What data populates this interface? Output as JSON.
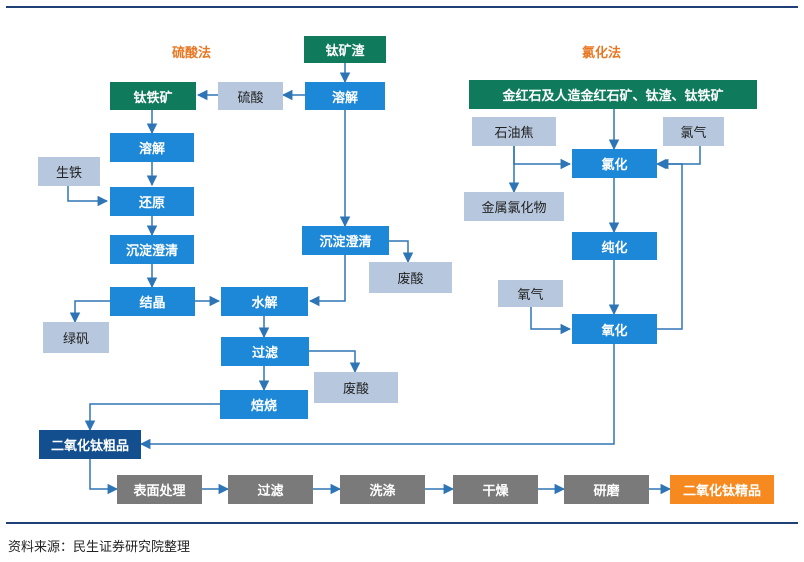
{
  "headings": {
    "sulfuric": "硫酸法",
    "chloride": "氯化法"
  },
  "nodes": {
    "ti_slag": "钛矿渣",
    "dissolve_right": "溶解",
    "sulfuric_acid": "硫酸",
    "ilmenite": "钛铁矿",
    "dissolve_left": "溶解",
    "pig_iron": "生铁",
    "reduction": "还原",
    "settle_clarify_left": "沉淀澄清",
    "settle_clarify_right": "沉淀澄清",
    "waste_acid_1": "废酸",
    "crystallize": "结晶",
    "hydrolysis": "水解",
    "green_vitriol": "绿矾",
    "filter_1": "过滤",
    "waste_acid_2": "废酸",
    "calcine": "焙烧",
    "chloride_feed": "金红石及人造金红石矿、钛渣、钛铁矿",
    "petroleum_coke": "石油焦",
    "chlorine_gas_1": "氯气",
    "chlorination": "氯化",
    "metal_chlorides": "金属氯化物",
    "purification": "纯化",
    "oxygen": "氧气",
    "oxidation": "氧化",
    "crude_tio2": "二氧化钛粗品",
    "surface_treatment": "表面处理",
    "filter_2": "过滤",
    "washing": "洗涤",
    "drying": "干燥",
    "grinding": "研磨",
    "refined_tio2": "二氧化钛精品"
  },
  "source_note": "资料来源：民生证券研究院整理",
  "colors": {
    "process_blue": "#1e88d8",
    "feed_green": "#0f7a5c",
    "input_lightblue": "#b7c8de",
    "crude_darkblue": "#134f8f",
    "finishing_gray": "#7a7a7a",
    "final_orange": "#f68a20",
    "arrow": "#2e75b6",
    "heading_orange": "#e87722",
    "rule_navy": "#1f3f77"
  }
}
